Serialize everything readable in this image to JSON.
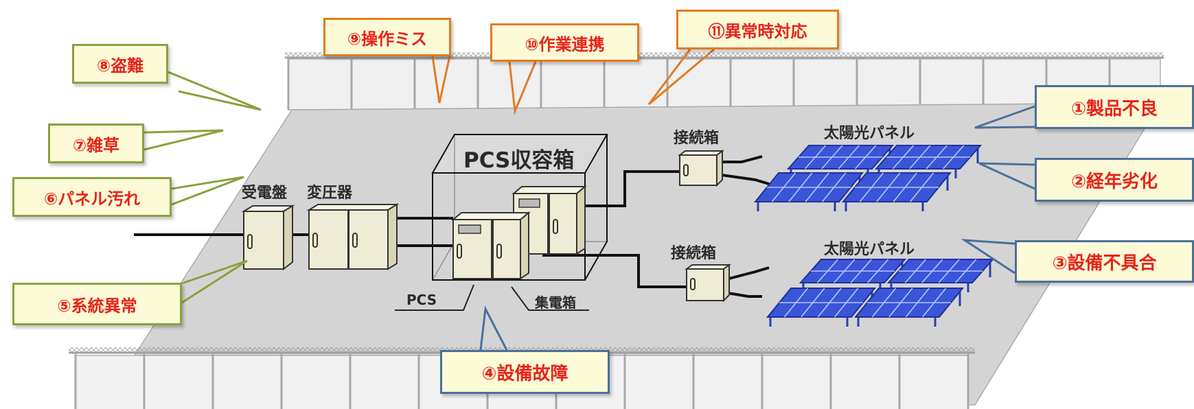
{
  "colors": {
    "callout_text": "#e8231a",
    "callout_fill": "#fdfbd7",
    "border_green": "#8aa13c",
    "border_orange": "#e27b22",
    "border_blue": "#4b6f9b",
    "ground": "#d4d4d4",
    "cabinet": "#efecd6",
    "panel": "#3b55d8"
  },
  "callouts": {
    "c1": "①製品不良",
    "c2": "②経年劣化",
    "c3": "③設備不具合",
    "c4": "④設備故障",
    "c5": "⑤系統異常",
    "c6": "⑥パネル汚れ",
    "c7": "⑦雑草",
    "c8": "⑧盗難",
    "c9": "⑨操作ミス",
    "c10": "⑩作業連携",
    "c11": "⑪異常時対応"
  },
  "labels": {
    "juden": "受電盤",
    "henatsu": "変圧器",
    "pcs_box": "PCS収容箱",
    "pcs": "PCS",
    "shuden": "集電箱",
    "setsuzoku_top": "接続箱",
    "setsuzoku_bottom": "接続箱",
    "panel_top": "太陽光パネル",
    "panel_bottom": "太陽光パネル"
  }
}
